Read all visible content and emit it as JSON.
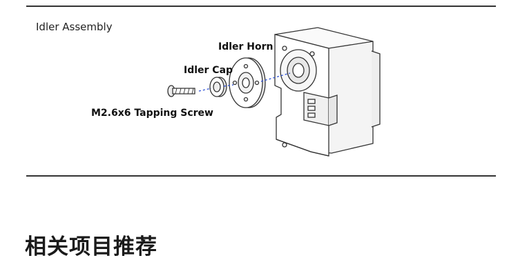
{
  "figure": {
    "caption": "Idler Assembly",
    "labels": {
      "horn": "Idler Horn",
      "cap": "Idler Cap",
      "screw": "M2.6x6 Tapping Screw"
    }
  },
  "related": {
    "heading": "相关项目推荐"
  }
}
